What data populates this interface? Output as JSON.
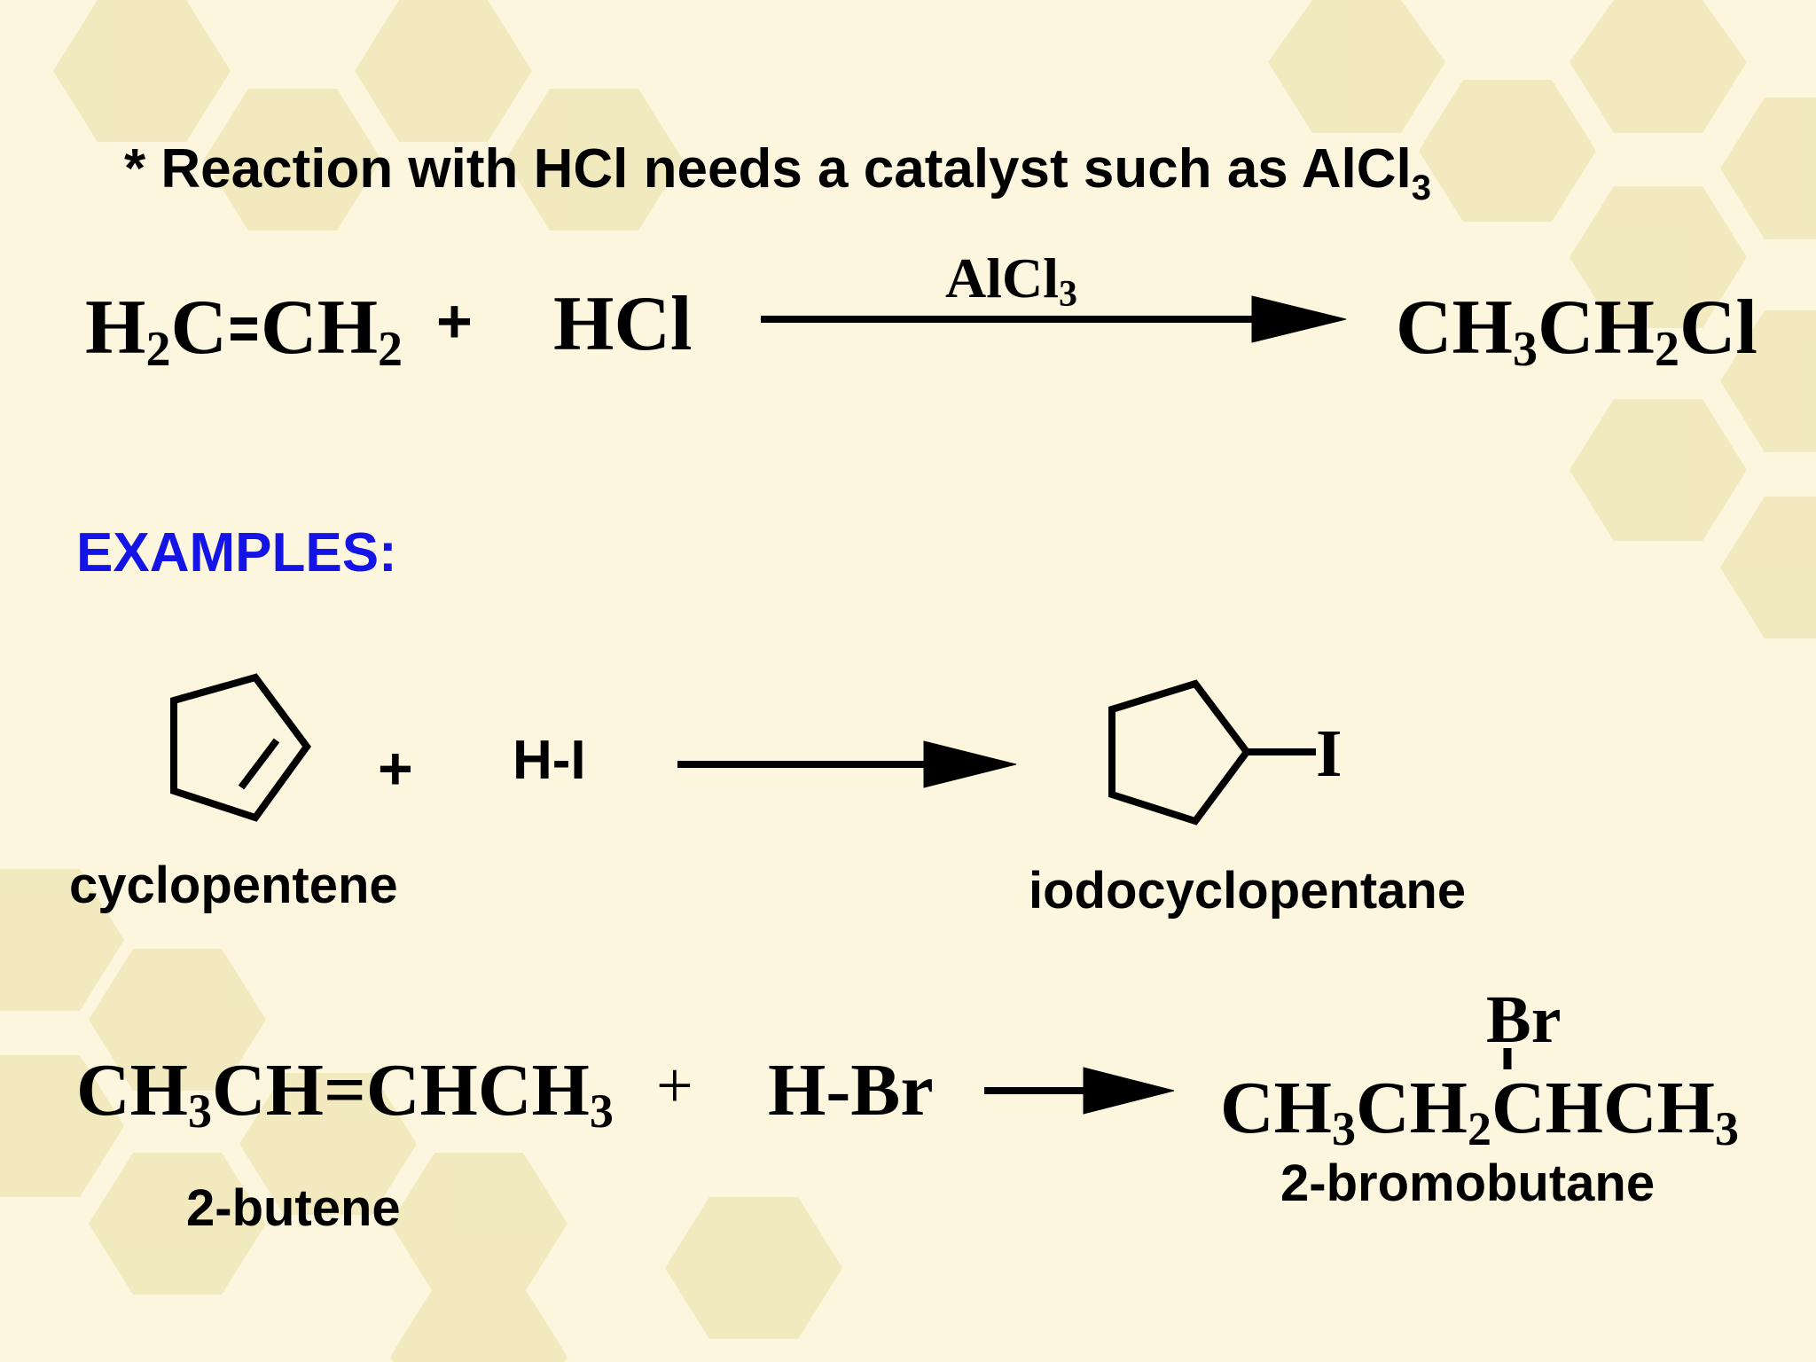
{
  "note": {
    "prefix": "* Reaction with HCl needs a catalyst such as AlCl",
    "sub": "3"
  },
  "reaction1": {
    "reactant1": {
      "a": "H",
      "a_sub": "2",
      "b": "C",
      "c": "CH",
      "c_sub": "2"
    },
    "plus": "+",
    "reactant2": "HCl",
    "catalyst": {
      "text": "AlCl",
      "sub": "3"
    },
    "product": {
      "a": "CH",
      "a_sub": "3",
      "b": "CH",
      "b_sub": "2",
      "c": "Cl"
    }
  },
  "examples_heading": "EXAMPLES:",
  "example1": {
    "plus": "+",
    "reagent": "H-I",
    "product_substituent": "I",
    "reactant_name": "cyclopentene",
    "product_name": "iodocyclopentane"
  },
  "example2": {
    "reactant": {
      "a": "CH",
      "a_sub": "3",
      "b": "CH=CHCH",
      "b_sub": "3"
    },
    "plus": "+",
    "reagent": "H-Br",
    "substituent": "Br",
    "product": {
      "a": "CH",
      "a_sub": "3",
      "b": "CH",
      "b_sub": "2",
      "c": "CHCH",
      "c_sub": "3"
    },
    "reactant_name": "2-butene",
    "product_name": "2-bromobutane"
  },
  "colors": {
    "background": "#fbf6dd",
    "hexagon": "#efe6b4",
    "heading": "#1414e6",
    "ink": "#000000"
  }
}
